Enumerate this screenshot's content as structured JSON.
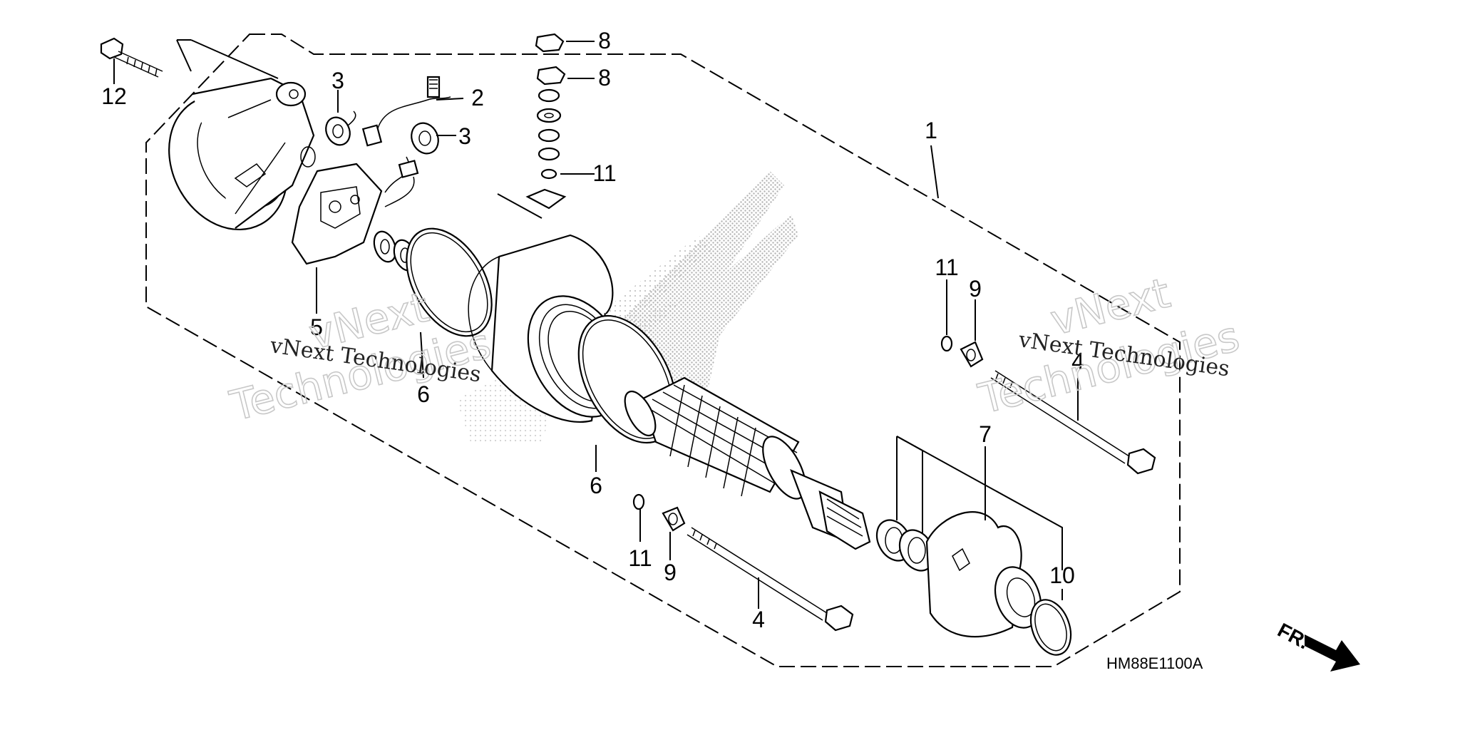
{
  "diagram": {
    "drawing_code": "HM88E1100A",
    "direction_marker": "FR.",
    "watermarks": {
      "line1": "vNext",
      "line2": "Technologies",
      "full": "vNext Technologies"
    },
    "callouts": {
      "c1": "1",
      "c2": "2",
      "c3a": "3",
      "c3b": "3",
      "c4a": "4",
      "c4b": "4",
      "c5": "5",
      "c6a": "6",
      "c6b": "6",
      "c7": "7",
      "c8a": "8",
      "c8b": "8",
      "c9a": "9",
      "c9b": "9",
      "c10": "10",
      "c11a": "11",
      "c11b": "11",
      "c11c": "11",
      "c12": "12"
    }
  }
}
